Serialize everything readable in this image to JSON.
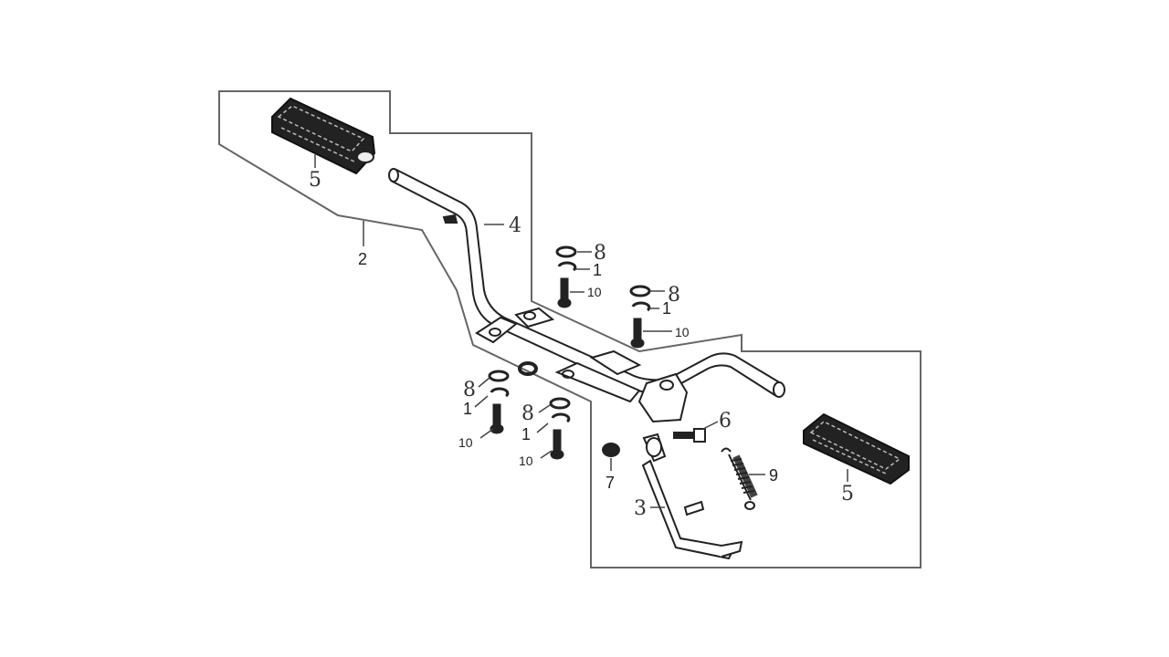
{
  "diagram": {
    "colors": {
      "line": "#555555",
      "part": "#222222",
      "background": "#ffffff"
    },
    "callouts": [
      {
        "id": "c5a",
        "text": "5",
        "part": "footpeg-left"
      },
      {
        "id": "c2",
        "text": "2",
        "part": "outline-group"
      },
      {
        "id": "c4",
        "text": "4",
        "part": "footrest-bar"
      },
      {
        "id": "c8a",
        "text": "8",
        "part": "washer"
      },
      {
        "id": "c1a",
        "text": "1",
        "part": "lock-washer"
      },
      {
        "id": "c10a",
        "text": "10",
        "part": "bolt"
      },
      {
        "id": "c8b",
        "text": "8",
        "part": "washer"
      },
      {
        "id": "c1b",
        "text": "1",
        "part": "lock-washer"
      },
      {
        "id": "c10b",
        "text": "10",
        "part": "bolt"
      },
      {
        "id": "c8c",
        "text": "8",
        "part": "washer"
      },
      {
        "id": "c1c",
        "text": "1",
        "part": "lock-washer"
      },
      {
        "id": "c10c",
        "text": "10",
        "part": "bolt"
      },
      {
        "id": "c8d",
        "text": "8",
        "part": "washer"
      },
      {
        "id": "c1d",
        "text": "1",
        "part": "lock-washer"
      },
      {
        "id": "c10d",
        "text": "10",
        "part": "bolt"
      },
      {
        "id": "c6",
        "text": "6",
        "part": "pivot-bolt"
      },
      {
        "id": "c7",
        "text": "7",
        "part": "nut"
      },
      {
        "id": "c9",
        "text": "9",
        "part": "spring"
      },
      {
        "id": "c3",
        "text": "3",
        "part": "side-stand"
      },
      {
        "id": "c5b",
        "text": "5",
        "part": "footpeg-right"
      }
    ]
  }
}
